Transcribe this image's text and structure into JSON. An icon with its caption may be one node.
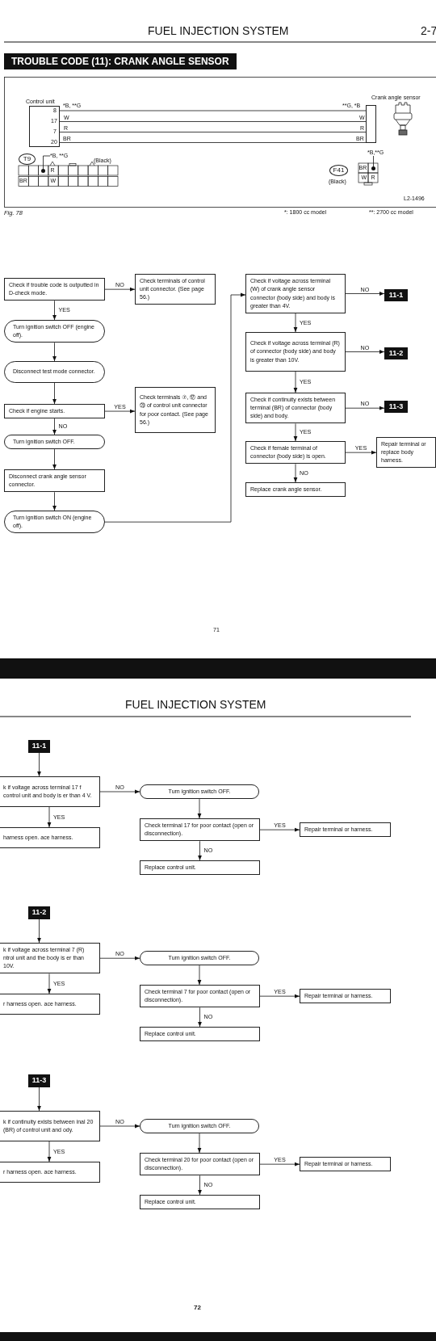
{
  "diagram": {
    "title": "TROUBLE CODE (11): CRANK ANGLE SENSOR",
    "nodes": [
      {
        "text": [
          "Control unit"
        ]
      },
      {
        "text": [],
        "shape": "box"
      },
      {
        "text": [
          "T9"
        ]
      },
      {
        "text": [
          "*B, **G"
        ]
      },
      {
        "text": [],
        "shape": "circle"
      },
      {
        "text": [
          "F41"
        ],
        "beside": [
          "(Black)"
        ]
      },
      {
        "text": [
          "*B,**G"
        ]
      },
      {
        "text": [],
        "shape": "circle"
      },
      {
        "text": [
          "Check if trouble code is outputted in D-check mode."
        ]
      },
      {
        "text": [
          "Check terminals of control unit connector. (See page 56.)"
        ]
      },
      {
        "text": [
          "Turn ignition switch OFF (engine off)."
        ]
      },
      {
        "text": [
          "Disconnect test mode connector."
        ]
      },
      {
        "text": [
          "Check if engine starts."
        ]
      },
      {
        "text": [
          "Check terminals ⑦, ⑰ and ⑳ of control unit connector for poor contact. (See page 56.)"
        ]
      },
      {
        "text": [
          "Turn ignition switch OFF."
        ]
      },
      {
        "text": [
          "Disconnect crank angle sensor connector."
        ]
      },
      {
        "text": [
          "Turn ignition switch ON (engine off)."
        ]
      },
      {
        "text": [
          "Check if voltage across terminal (W) of crank angle sensor connector (body side) and body is greater than 4V."
        ]
      },
      {
        "text": [
          "11-1"
        ]
      },
      {
        "text": [
          "Check if voltage across terminal (R) of connector (body side) and body is greater than 10V."
        ]
      },
      {
        "text": [
          "11-2"
        ]
      },
      {
        "text": [
          "Check if continuity exists between terminal (BR) of connector (body side) and body."
        ]
      },
      {
        "text": [
          "11-3"
        ]
      },
      {
        "text": [
          "Check if female terminal of connector (body side) is open."
        ]
      },
      {
        "text": [
          "Repair terminal or replace body harness."
        ]
      },
      {
        "text": [
          "Replace crank angle sensor."
        ]
      },
      {
        "text": [
          "11-1"
        ]
      },
      {
        "text": [
          "k if voltage across terminal 17 f control unit and body is er than 4 V."
        ]
      },
      {
        "text": [
          "Turn ignition switch OFF."
        ]
      },
      {
        "text": [
          "harness open. ace harness."
        ]
      },
      {
        "text": [
          "Check terminal 17 for poor contact (open or disconnection)."
        ]
      },
      {
        "text": [
          "Repair terminal or harness."
        ]
      },
      {
        "text": [
          "Replace control unit."
        ]
      },
      {
        "text": [
          "11-2"
        ]
      },
      {
        "text": [
          "k if voltage across terminal 7 (R) ntrol unit and the body is er than 10V."
        ]
      },
      {
        "text": [
          "Turn ignition switch OFF."
        ]
      },
      {
        "text": [
          "r harness open. ace harness."
        ]
      },
      {
        "text": [
          "Check terminal 7 for poor contact (open or disconnection)."
        ]
      },
      {
        "text": [
          "Repair terminal or harness."
        ]
      },
      {
        "text": [
          "Replace control unit."
        ]
      },
      {
        "text": [
          "11-3"
        ]
      },
      {
        "text": [
          "k if continuity exists between inal 20 (BR) of control unit and ody."
        ]
      },
      {
        "text": [
          "Turn ignition switch OFF."
        ]
      },
      {
        "text": [
          "r harness open. ace harness."
        ]
      },
      {
        "text": [
          "Check terminal 20 for poor contact (open or disconnection)."
        ]
      },
      {
        "text": [
          "Repair terminal or harness."
        ]
      },
      {
        "text": [
          "Replace control unit."
        ]
      }
    ],
    "edges": [
      {
        "from": 0,
        "to": 1,
        "arrow": "none"
      },
      {
        "from": 0,
        "to": 1,
        "arrow": "none"
      },
      {
        "from": 0,
        "to": 1,
        "arrow": "none"
      },
      {
        "from": 0,
        "to": 1,
        "arrow": "none"
      },
      {
        "from": 3,
        "to": 4,
        "arrow": "none"
      },
      {
        "from": 6,
        "to": 7,
        "arrow": "none"
      },
      {
        "from": 8,
        "to": 9,
        "arrow": "to",
        "label": "NO"
      },
      {
        "from": 8,
        "to": 10,
        "arrow": "to",
        "label": "YES"
      },
      {
        "from": 10,
        "to": 11,
        "arrow": "to"
      },
      {
        "from": 11,
        "to": 12,
        "arrow": "to"
      },
      {
        "from": 12,
        "to": 13,
        "arrow": "to",
        "label": "YES"
      },
      {
        "from": 12,
        "to": 14,
        "arrow": "to",
        "label": "NO"
      },
      {
        "from": 14,
        "to": 15,
        "arrow": "to"
      },
      {
        "from": 15,
        "to": 16,
        "arrow": "to"
      },
      {
        "from": 16,
        "to": 17,
        "arrow": "to"
      },
      {
        "from": 17,
        "to": 18,
        "arrow": "to",
        "label": "NO"
      },
      {
        "from": 17,
        "to": 19,
        "arrow": "to",
        "label": "YES"
      },
      {
        "from": 19,
        "to": 20,
        "arrow": "to",
        "label": "NO"
      },
      {
        "from": 19,
        "to": 21,
        "arrow": "to",
        "label": "YES"
      },
      {
        "from": 21,
        "to": 22,
        "arrow": "to",
        "label": "NO"
      },
      {
        "from": 21,
        "to": 23,
        "arrow": "to",
        "label": "YES"
      },
      {
        "from": 23,
        "to": 24,
        "arrow": "to",
        "label": "YES"
      },
      {
        "from": 23,
        "to": 25,
        "arrow": "to",
        "label": "NO"
      },
      {
        "from": 26,
        "to": 27,
        "arrow": "to"
      },
      {
        "from": 27,
        "to": 28,
        "arrow": "to",
        "label": "NO"
      },
      {
        "from": 27,
        "to": 29,
        "arrow": "to",
        "label": "YES"
      },
      {
        "from": 28,
        "to": 30,
        "arrow": "to"
      },
      {
        "from": 30,
        "to": 31,
        "arrow": "to",
        "label": "YES"
      },
      {
        "from": 30,
        "to": 32,
        "arrow": "to",
        "label": "NO"
      },
      {
        "from": 33,
        "to": 34,
        "arrow": "to"
      },
      {
        "from": 34,
        "to": 35,
        "arrow": "to",
        "label": "NO"
      },
      {
        "from": 34,
        "to": 36,
        "arrow": "to",
        "label": "YES"
      },
      {
        "from": 35,
        "to": 37,
        "arrow": "to"
      },
      {
        "from": 37,
        "to": 38,
        "arrow": "to",
        "label": "YES"
      },
      {
        "from": 37,
        "to": 39,
        "arrow": "to",
        "label": "NO"
      },
      {
        "from": 40,
        "to": 41,
        "arrow": "to"
      },
      {
        "from": 41,
        "to": 42,
        "arrow": "to",
        "label": "NO"
      },
      {
        "from": 41,
        "to": 43,
        "arrow": "to",
        "label": "YES"
      },
      {
        "from": 42,
        "to": 44,
        "arrow": "to"
      },
      {
        "from": 44,
        "to": 45,
        "arrow": "to",
        "label": "YES"
      },
      {
        "from": 44,
        "to": 46,
        "arrow": "to",
        "label": "NO"
      }
    ],
    "labels": [
      "FUEL INJECTION SYSTEM",
      "2-7",
      "*B, **G",
      "8",
      "W",
      "17",
      "R",
      "7",
      "BR",
      "20",
      "**G, *B",
      "W",
      "R",
      "BR",
      "Crank angle sensor",
      "(Black)",
      "R",
      "BR",
      "W",
      "BR",
      "W",
      "R",
      "L2-1496",
      "Fig. 78",
      "*: 1800 cc model",
      "**: 2700 cc model",
      "71",
      "FUEL INJECTION SYSTEM",
      "72"
    ]
  }
}
